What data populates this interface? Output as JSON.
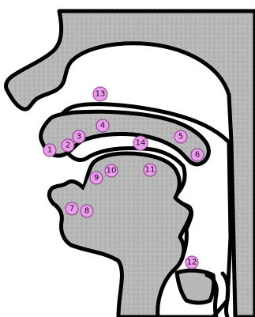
{
  "markers": [
    {
      "id": "1",
      "label": "1"
    },
    {
      "id": "2",
      "label": "2"
    },
    {
      "id": "3",
      "label": "3"
    },
    {
      "id": "4",
      "label": "4"
    },
    {
      "id": "5",
      "label": "5"
    },
    {
      "id": "6",
      "label": "6"
    },
    {
      "id": "7",
      "label": "7"
    },
    {
      "id": "8",
      "label": "8"
    },
    {
      "id": "9",
      "label": "9"
    },
    {
      "id": "10",
      "label": "10"
    },
    {
      "id": "11",
      "label": "11"
    },
    {
      "id": "12",
      "label": "12"
    },
    {
      "id": "13",
      "label": "13"
    },
    {
      "id": "14",
      "label": "14"
    }
  ],
  "colors": {
    "tissue": "#b8b8b8",
    "outline": "#000000",
    "marker_fill": "#e89ee8",
    "marker_stroke": "#8a3b8a"
  }
}
